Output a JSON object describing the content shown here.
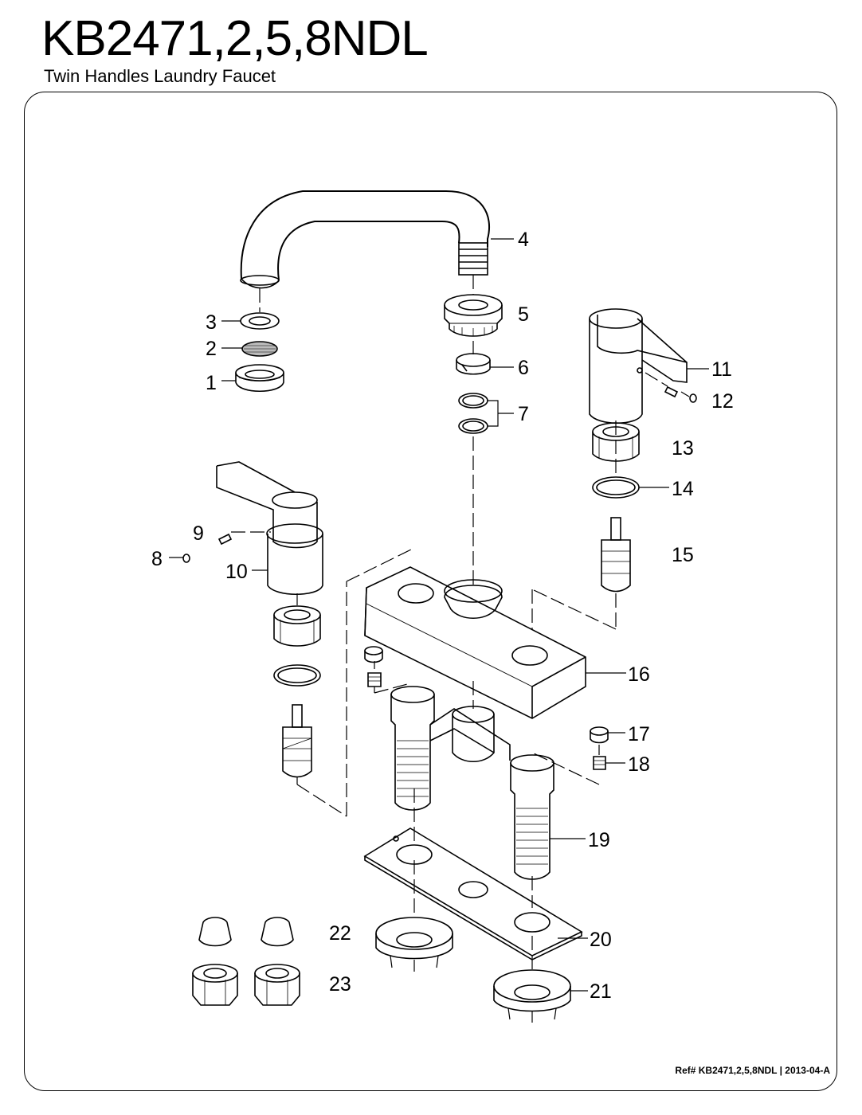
{
  "header": {
    "title": "KB2471,2,5,8NDL",
    "subtitle": "Twin Handles Laundry Faucet"
  },
  "footer": {
    "ref": "Ref# KB2471,2,5,8NDL | 2013-04-A"
  },
  "parts": [
    {
      "number": "1"
    },
    {
      "number": "2"
    },
    {
      "number": "3"
    },
    {
      "number": "4"
    },
    {
      "number": "5"
    },
    {
      "number": "6"
    },
    {
      "number": "7"
    },
    {
      "number": "8"
    },
    {
      "number": "9"
    },
    {
      "number": "10"
    },
    {
      "number": "11"
    },
    {
      "number": "12"
    },
    {
      "number": "13"
    },
    {
      "number": "14"
    },
    {
      "number": "15"
    },
    {
      "number": "16"
    },
    {
      "number": "17"
    },
    {
      "number": "18"
    },
    {
      "number": "19"
    },
    {
      "number": "20"
    },
    {
      "number": "21"
    },
    {
      "number": "22"
    },
    {
      "number": "23"
    }
  ]
}
